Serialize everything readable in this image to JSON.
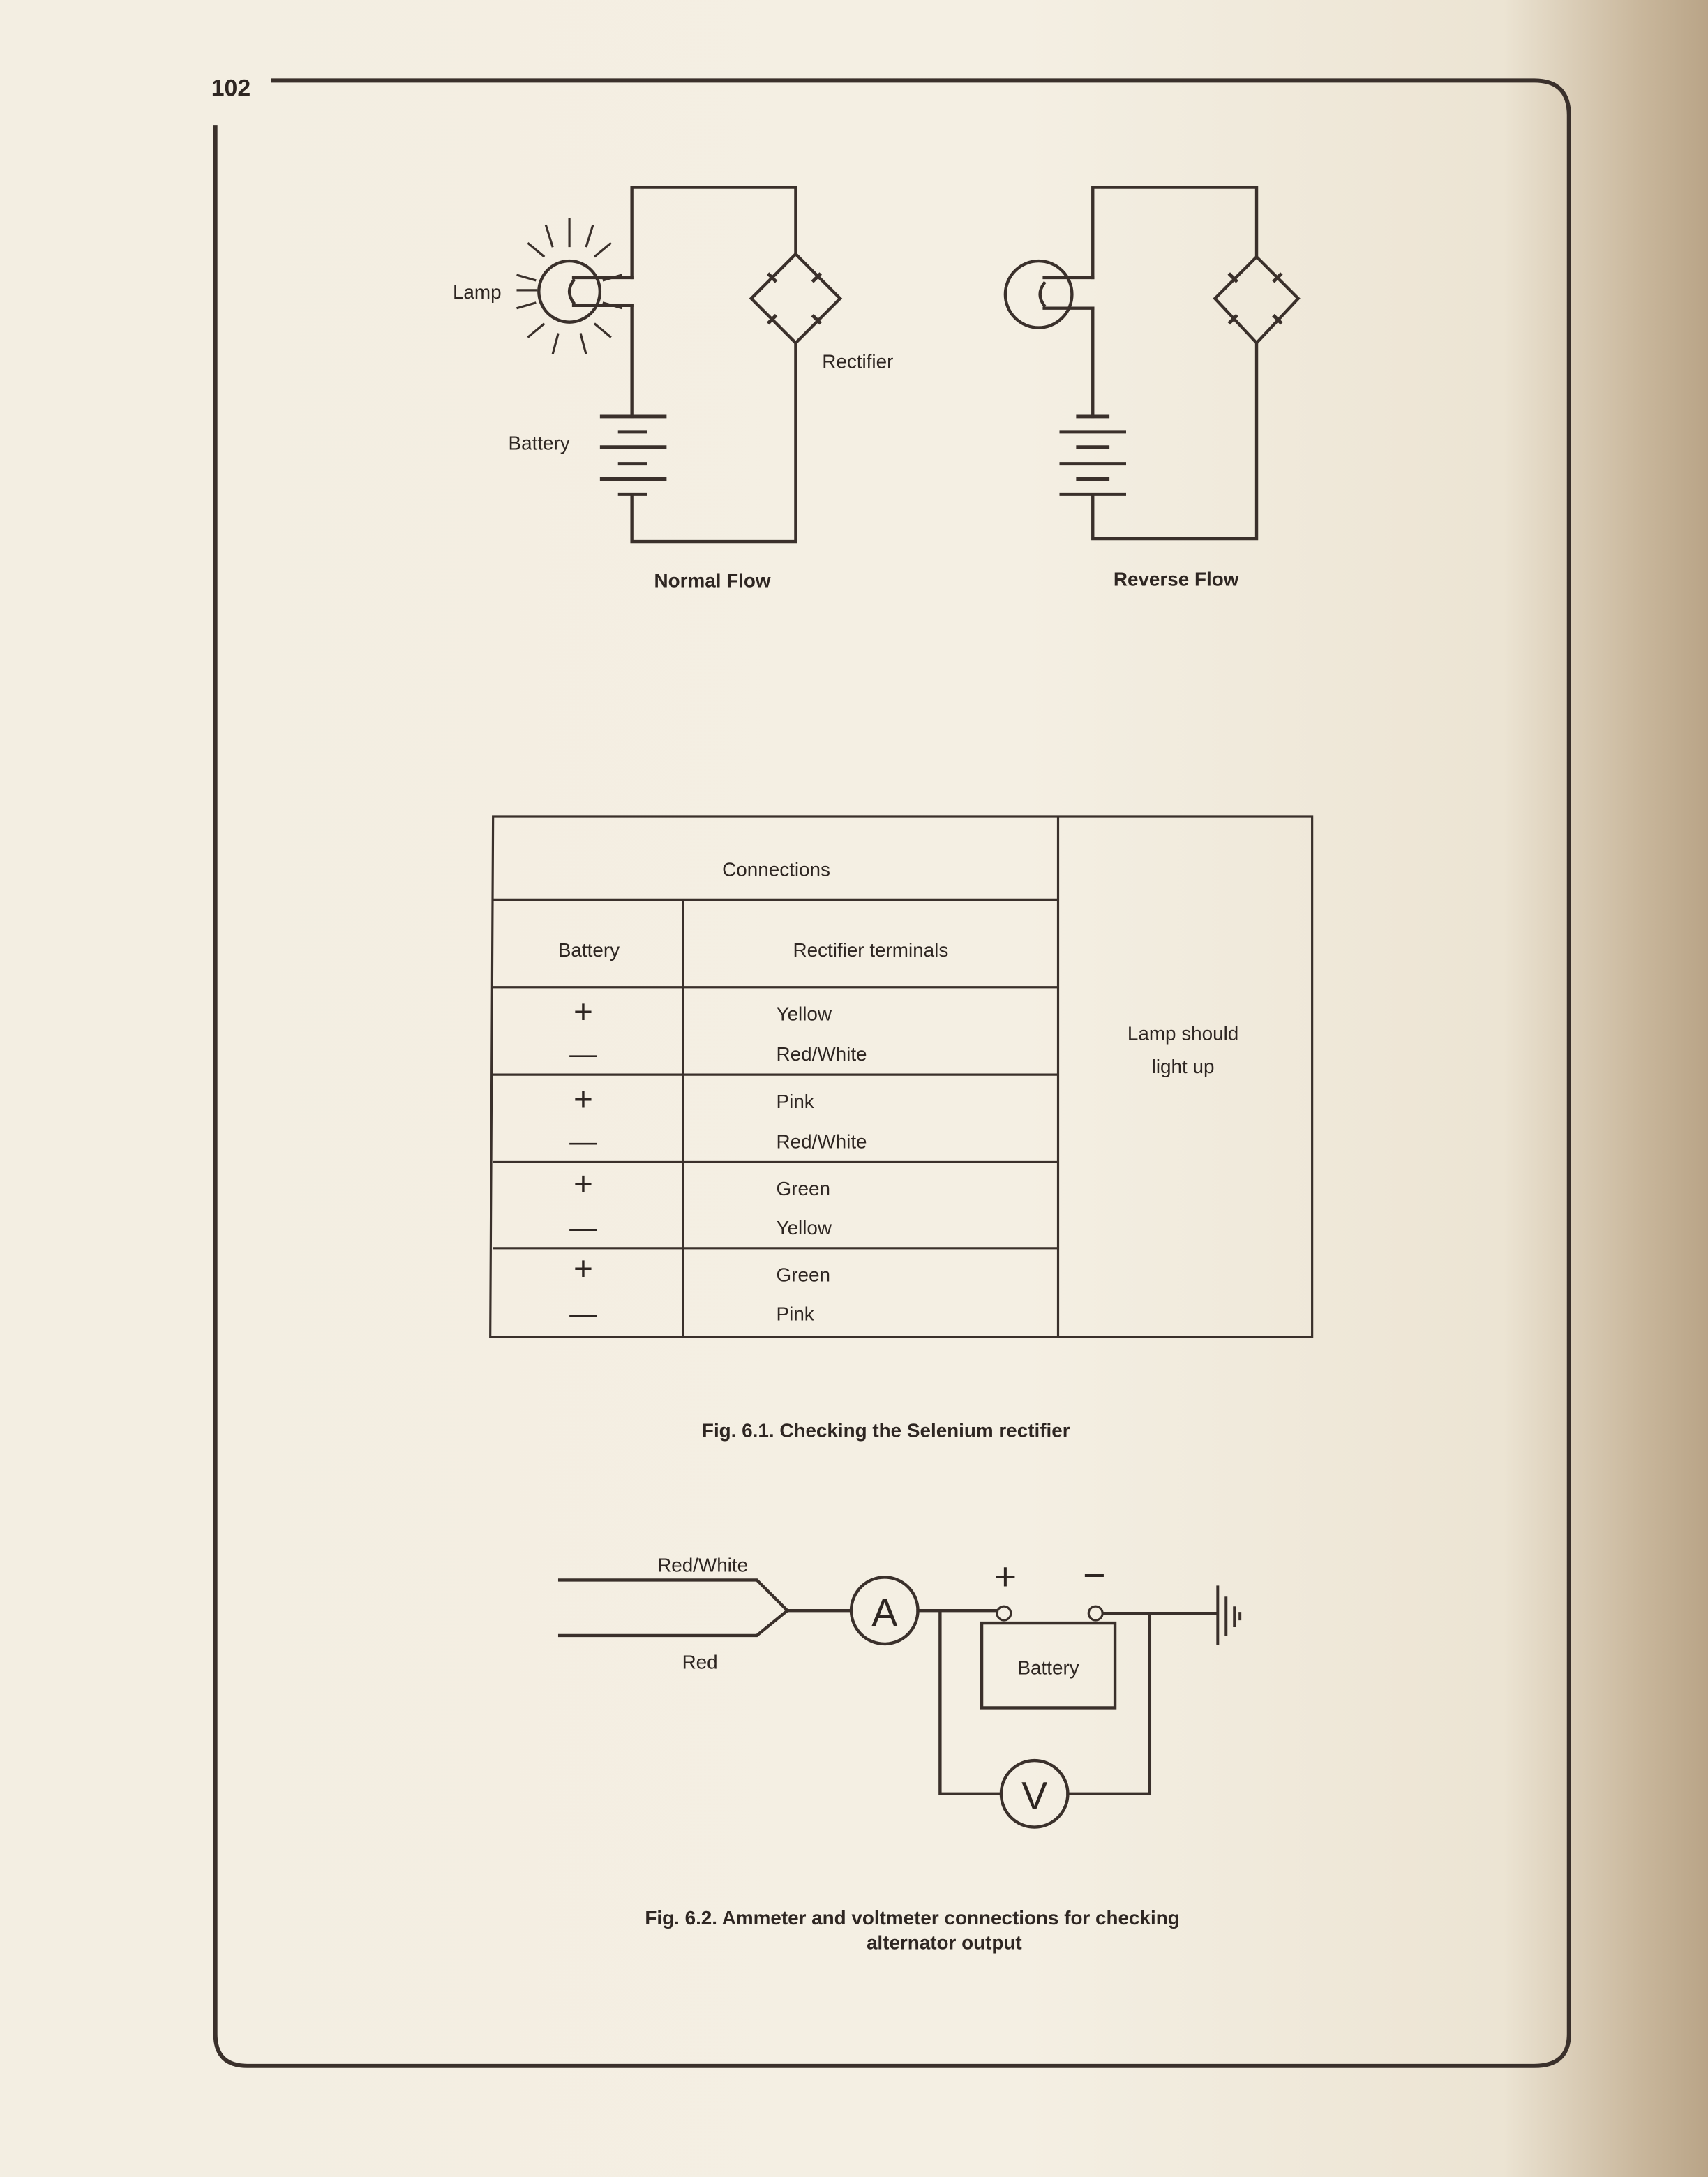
{
  "page_number": "102",
  "fig1": {
    "normal": {
      "lamp_label": "Lamp",
      "battery_label": "Battery",
      "rectifier_label": "Rectifier",
      "title": "Normal Flow"
    },
    "reverse": {
      "title": "Reverse Flow"
    },
    "table": {
      "header_connections": "Connections",
      "col_battery": "Battery",
      "col_rectifier": "Rectifier terminals",
      "result_line1": "Lamp should",
      "result_line2": "light up",
      "rows": [
        {
          "pos_sign": "+",
          "pos_terminal": "Yellow",
          "neg_sign": "—",
          "neg_terminal": "Red/White"
        },
        {
          "pos_sign": "+",
          "pos_terminal": "Pink",
          "neg_sign": "—",
          "neg_terminal": "Red/White"
        },
        {
          "pos_sign": "+",
          "pos_terminal": "Green",
          "neg_sign": "—",
          "neg_terminal": "Yellow"
        },
        {
          "pos_sign": "+",
          "pos_terminal": "Green",
          "neg_sign": "—",
          "neg_terminal": "Pink"
        }
      ]
    },
    "caption": "Fig. 6.1. Checking the Selenium rectifier"
  },
  "fig2": {
    "wire_top": "Red/White",
    "wire_bottom": "Red",
    "ammeter": "A",
    "voltmeter": "V",
    "plus": "+",
    "minus": "−",
    "battery": "Battery",
    "caption_line1": "Fig. 6.2. Ammeter and voltmeter connections for checking",
    "caption_line2": "alternator output"
  }
}
